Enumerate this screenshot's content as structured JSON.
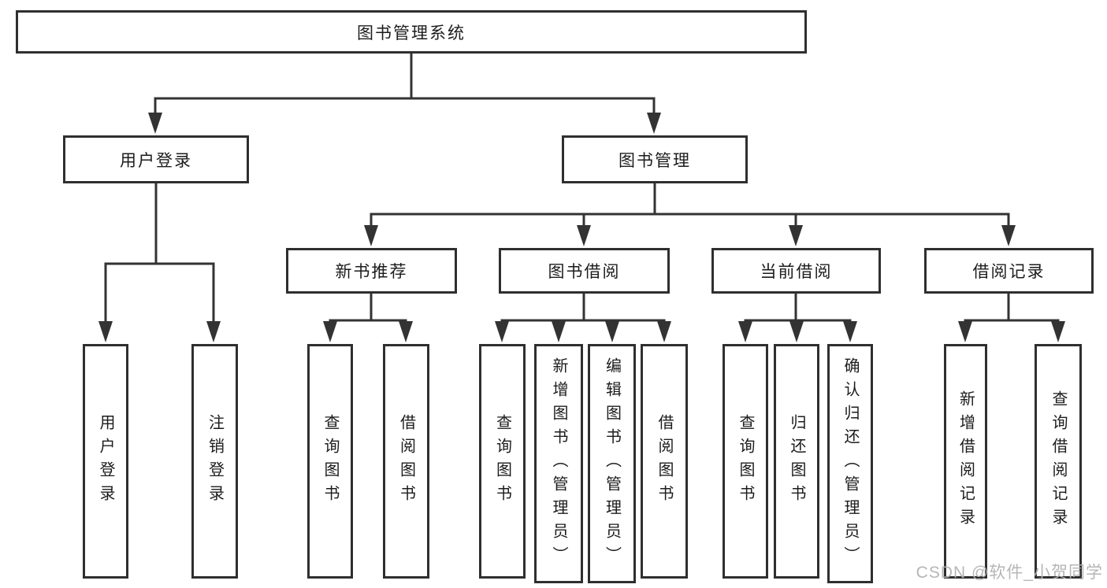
{
  "diagram_title": "图书管理系统",
  "tree": {
    "root": {
      "label": "图书管理系统",
      "children": [
        {
          "label": "用户登录",
          "children": [
            {
              "label": "用户登录"
            },
            {
              "label": "注销登录"
            }
          ]
        },
        {
          "label": "图书管理",
          "children": [
            {
              "label": "新书推荐",
              "children": [
                {
                  "label": "查询图书"
                },
                {
                  "label": "借阅图书"
                }
              ]
            },
            {
              "label": "图书借阅",
              "children": [
                {
                  "label": "查询图书"
                },
                {
                  "label": "新增图书（管理员）"
                },
                {
                  "label": "编辑图书（管理员）"
                },
                {
                  "label": "借阅图书"
                }
              ]
            },
            {
              "label": "当前借阅",
              "children": [
                {
                  "label": "查询图书"
                },
                {
                  "label": "归还图书"
                },
                {
                  "label": "确认归还（管理员）"
                }
              ]
            },
            {
              "label": "借阅记录",
              "children": [
                {
                  "label": "新增借阅记录"
                },
                {
                  "label": "查询借阅记录"
                }
              ]
            }
          ]
        }
      ]
    }
  },
  "watermark": "CSDN @软件_小贺同学",
  "colors": {
    "line": "#333333",
    "box_border": "#2f2f2f",
    "box_fill": "#ffffff",
    "text": "#1c1c1c",
    "watermark": "#b2b2b2",
    "background": "#ffffff"
  }
}
